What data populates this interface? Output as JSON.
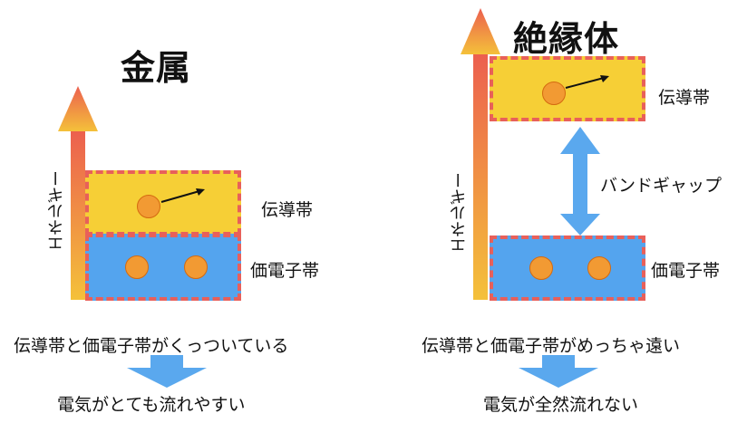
{
  "colors": {
    "conduction": "#f6cf36",
    "valence": "#54a4ee",
    "edge": "#e8605a",
    "electron": "#f29a33",
    "arrow_top": "#ec5f4f",
    "arrow_bottom": "#f4c13a",
    "gap_arrow": "#5aa8ee"
  },
  "metal": {
    "title": "金属",
    "energy_label": "エネルギー",
    "conduction_label": "伝導帯",
    "valence_label": "価電子帯",
    "statement": "伝導帯と価電子帯がくっついている",
    "result": "電気がとても流れやすい"
  },
  "insulator": {
    "title": "絶縁体",
    "energy_label": "エネルギー",
    "conduction_label": "伝導帯",
    "gap_label": "バンドギャップ",
    "valence_label": "価電子帯",
    "statement": "伝導帯と価電子帯がめっちゃ遠い",
    "result": "電気が全然流れない"
  }
}
